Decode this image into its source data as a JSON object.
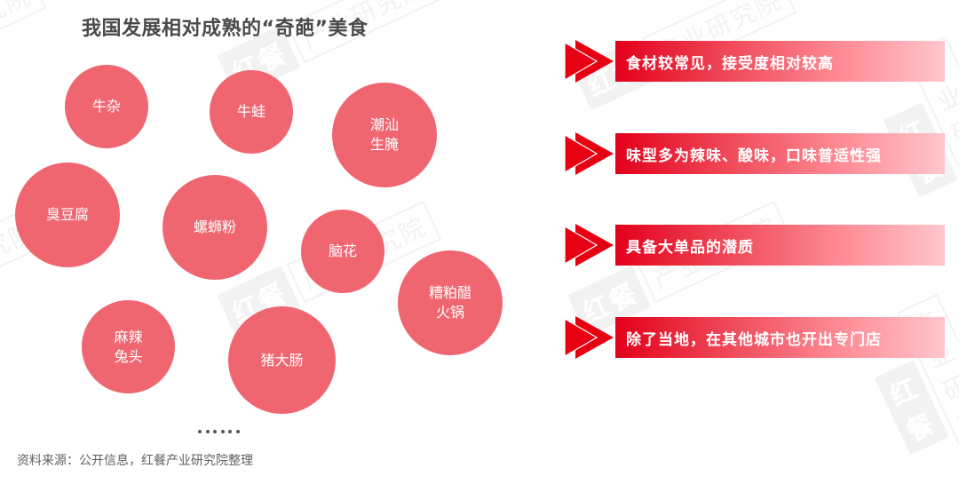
{
  "title": "我国发展相对成熟的“奇葩”美食",
  "colors": {
    "bubble": "#EF6671",
    "accent_red": "#E60012",
    "banner_gradient_start": "#E3001B",
    "banner_gradient_end": "#FFC6CC",
    "title_text": "#4a4a4a"
  },
  "bubbles": [
    {
      "label": "牛杂"
    },
    {
      "label": "牛蛙"
    },
    {
      "label": "潮汕\n生腌"
    },
    {
      "label": "臭豆腐"
    },
    {
      "label": "螺蛳粉"
    },
    {
      "label": "脑花"
    },
    {
      "label": "糟粕醋\n火锅"
    },
    {
      "label": "麻辣\n兔头"
    },
    {
      "label": "猪大肠"
    }
  ],
  "ellipsis": "······",
  "features": [
    {
      "icon": "double-arrow-icon",
      "text": "食材较常见，接受度相对较高"
    },
    {
      "icon": "double-arrow-icon",
      "text": "味型多为辣味、酸味，口味普适性强"
    },
    {
      "icon": "double-arrow-icon",
      "text": "具备大单品的潜质"
    },
    {
      "icon": "double-arrow-icon",
      "text": "除了当地，在其他城市也开出专门店"
    }
  ],
  "source": "资料来源：公开信息，红餐产业研究院整理",
  "watermark": {
    "logo": "红餐",
    "text": "产业研究院"
  }
}
